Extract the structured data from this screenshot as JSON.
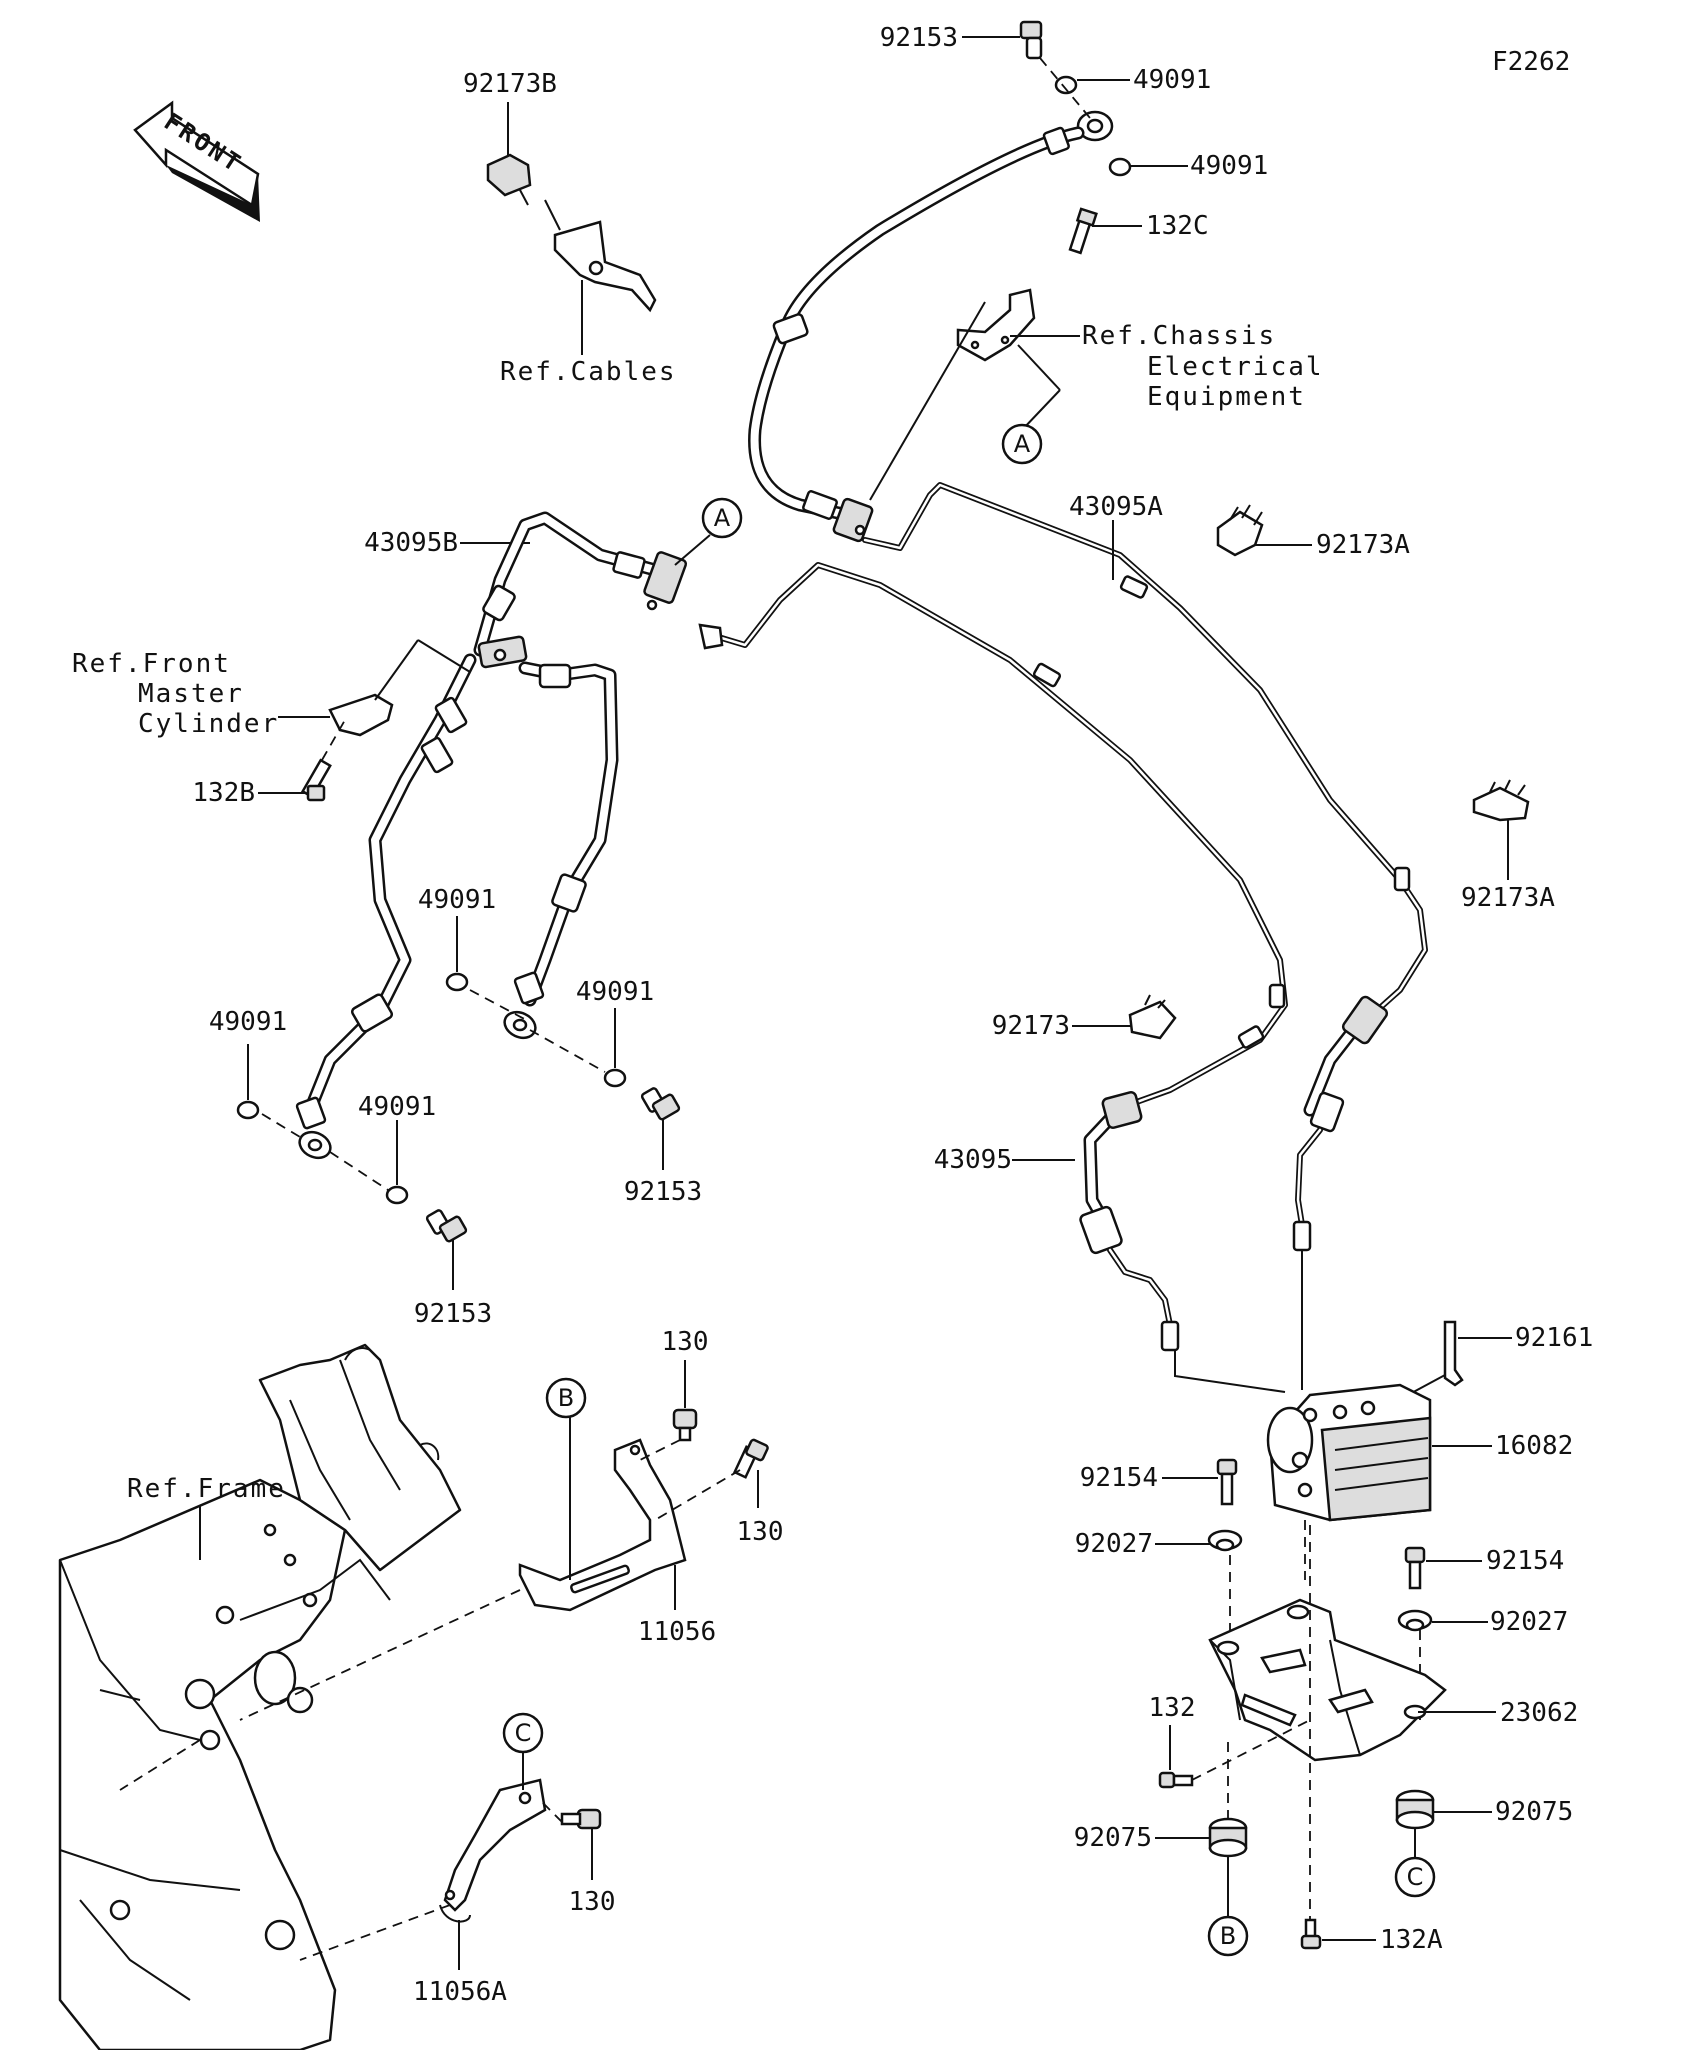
{
  "figure_code": "F2262",
  "front_arrow_label": "FRONT",
  "refs": {
    "cables": "Ref.Cables",
    "chassis_l1": "Ref.Chassis",
    "chassis_l2": "Electrical",
    "chassis_l3": "Equipment",
    "master_l1": "Ref.Front",
    "master_l2": "Master",
    "master_l3": "Cylinder",
    "frame": "Ref.Frame"
  },
  "markers": {
    "a_top": "A",
    "a_mid": "A",
    "b_top": "B",
    "b_bottom": "B",
    "c_top": "C",
    "c_bottom": "C"
  },
  "parts": {
    "p92153_top": "92153",
    "p49091_tr1": "49091",
    "p49091_tr2": "49091",
    "p132c": "132C",
    "p92173b": "92173B",
    "p43095a": "43095A",
    "p92173a_1": "92173A",
    "p92173a_2": "92173A",
    "p43095b": "43095B",
    "p132b": "132B",
    "p49091_l1": "49091",
    "p49091_l2": "49091",
    "p49091_l3": "49091",
    "p49091_l4": "49091",
    "p92153_l1": "92153",
    "p92153_l2": "92153",
    "p92173": "92173",
    "p43095": "43095",
    "p92161": "92161",
    "p16082": "16082",
    "p130_1": "130",
    "p130_2": "130",
    "p130_3": "130",
    "p11056": "11056",
    "p11056a": "11056A",
    "p92154_1": "92154",
    "p92154_2": "92154",
    "p92027_1": "92027",
    "p92027_2": "92027",
    "p23062": "23062",
    "p132": "132",
    "p92075_1": "92075",
    "p92075_2": "92075",
    "p132a": "132A"
  }
}
